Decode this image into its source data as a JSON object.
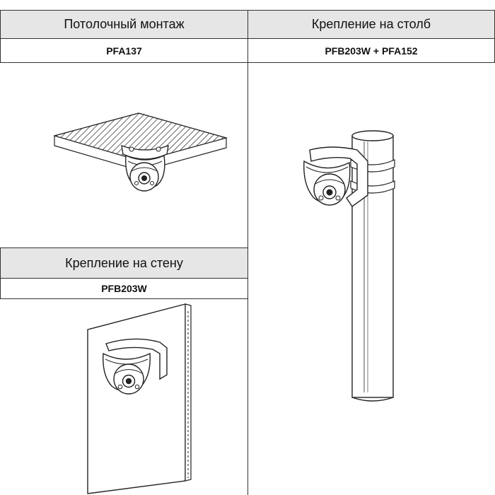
{
  "mounts": {
    "ceiling": {
      "title": "Потолочный монтаж",
      "model": "PFA137"
    },
    "pole": {
      "title": "Крепление на столб",
      "model": "PFB203W + PFA152"
    },
    "wall": {
      "title": "Крепление на стену",
      "model": "PFB203W"
    }
  },
  "colors": {
    "header_bg": "#e6e6e6",
    "border": "#333333",
    "line": "#222222"
  }
}
